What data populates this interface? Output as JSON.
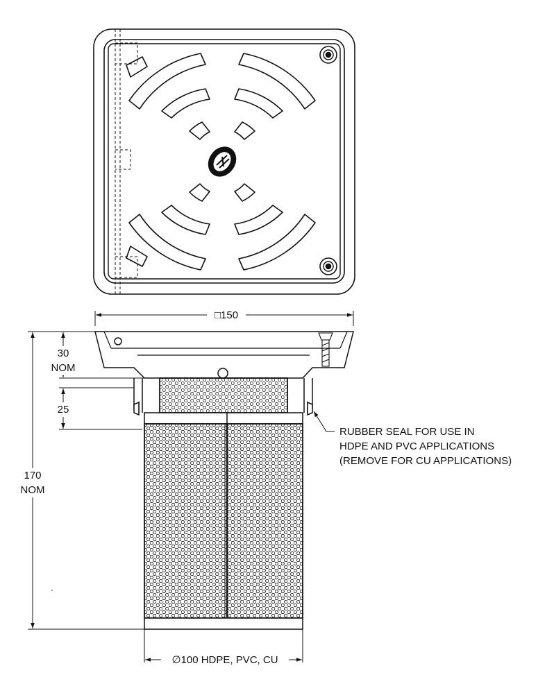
{
  "dimensions": {
    "width": "□150",
    "grate_depth_value": "30",
    "grate_depth_suffix": "NOM",
    "collar_height": "25",
    "total_height_value": "170",
    "total_height_suffix": "NOM",
    "pipe_diameter": "∅100 HDPE, PVC, CU"
  },
  "callout": {
    "line1": "RUBBER SEAL FOR USE IN",
    "line2": "HDPE AND PVC APPLICATIONS",
    "line3": "(REMOVE FOR CU APPLICATIONS)"
  },
  "colors": {
    "line": "#111111",
    "background": "#ffffff"
  }
}
